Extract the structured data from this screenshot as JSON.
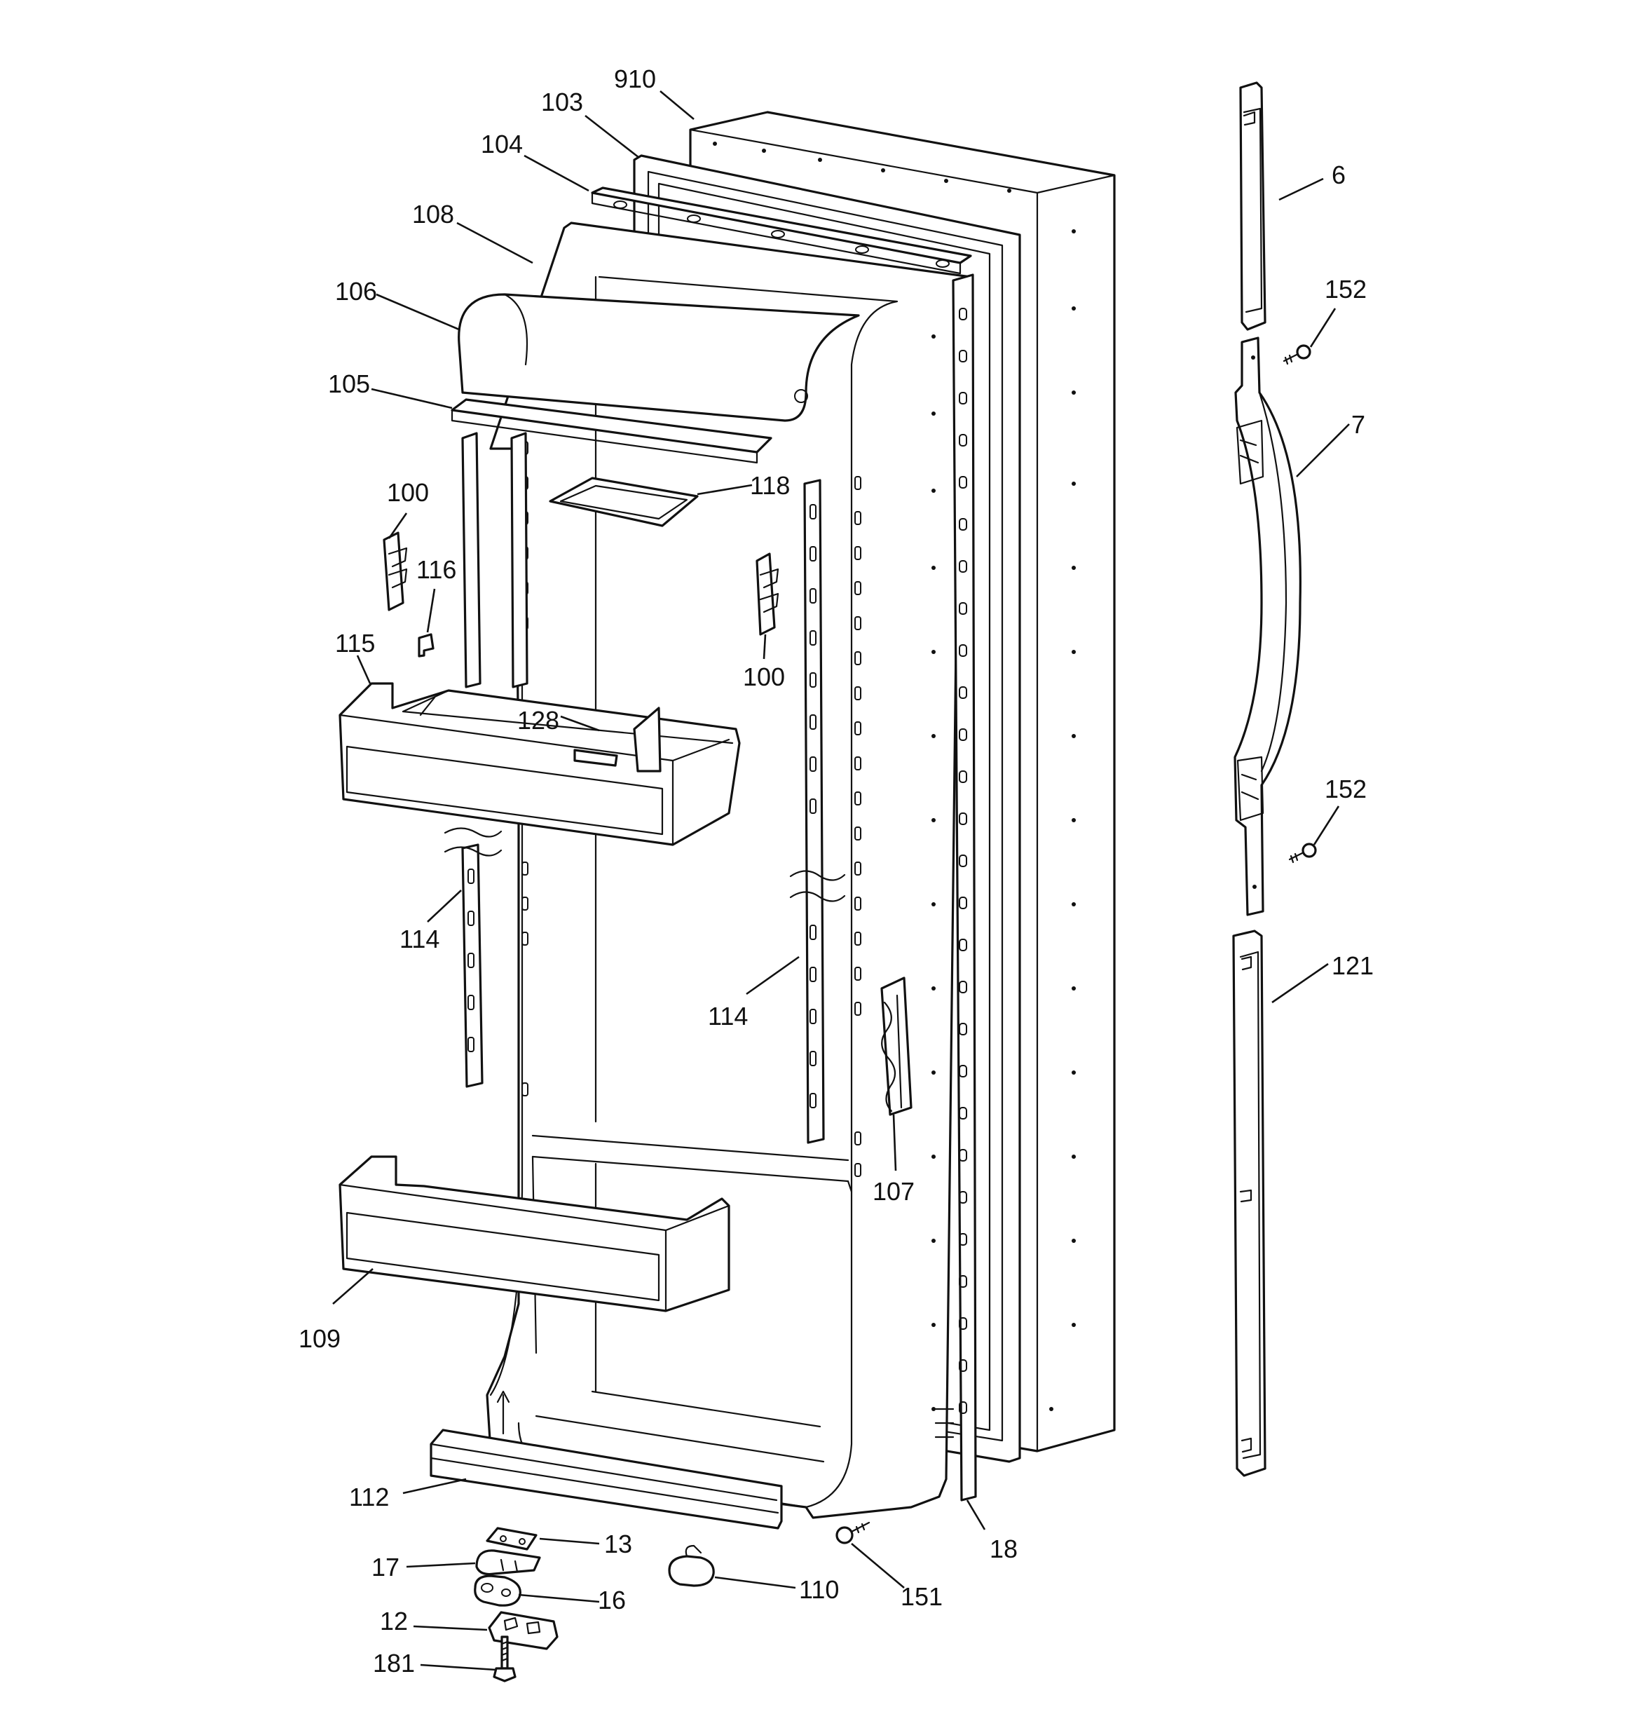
{
  "callouts": {
    "c910": "910",
    "c103": "103",
    "c104": "104",
    "c108": "108",
    "c106": "106",
    "c105": "105",
    "c118": "118",
    "c100a": "100",
    "c116": "116",
    "c115": "115",
    "c128": "128",
    "c100b": "100",
    "c114a": "114",
    "c114b": "114",
    "c107": "107",
    "c109": "109",
    "c112": "112",
    "c13": "13",
    "c17": "17",
    "c16": "16",
    "c12": "12",
    "c181": "181",
    "c110": "110",
    "c151": "151",
    "c18": "18",
    "c6": "6",
    "c152a": "152",
    "c7": "7",
    "c152b": "152",
    "c121": "121"
  }
}
